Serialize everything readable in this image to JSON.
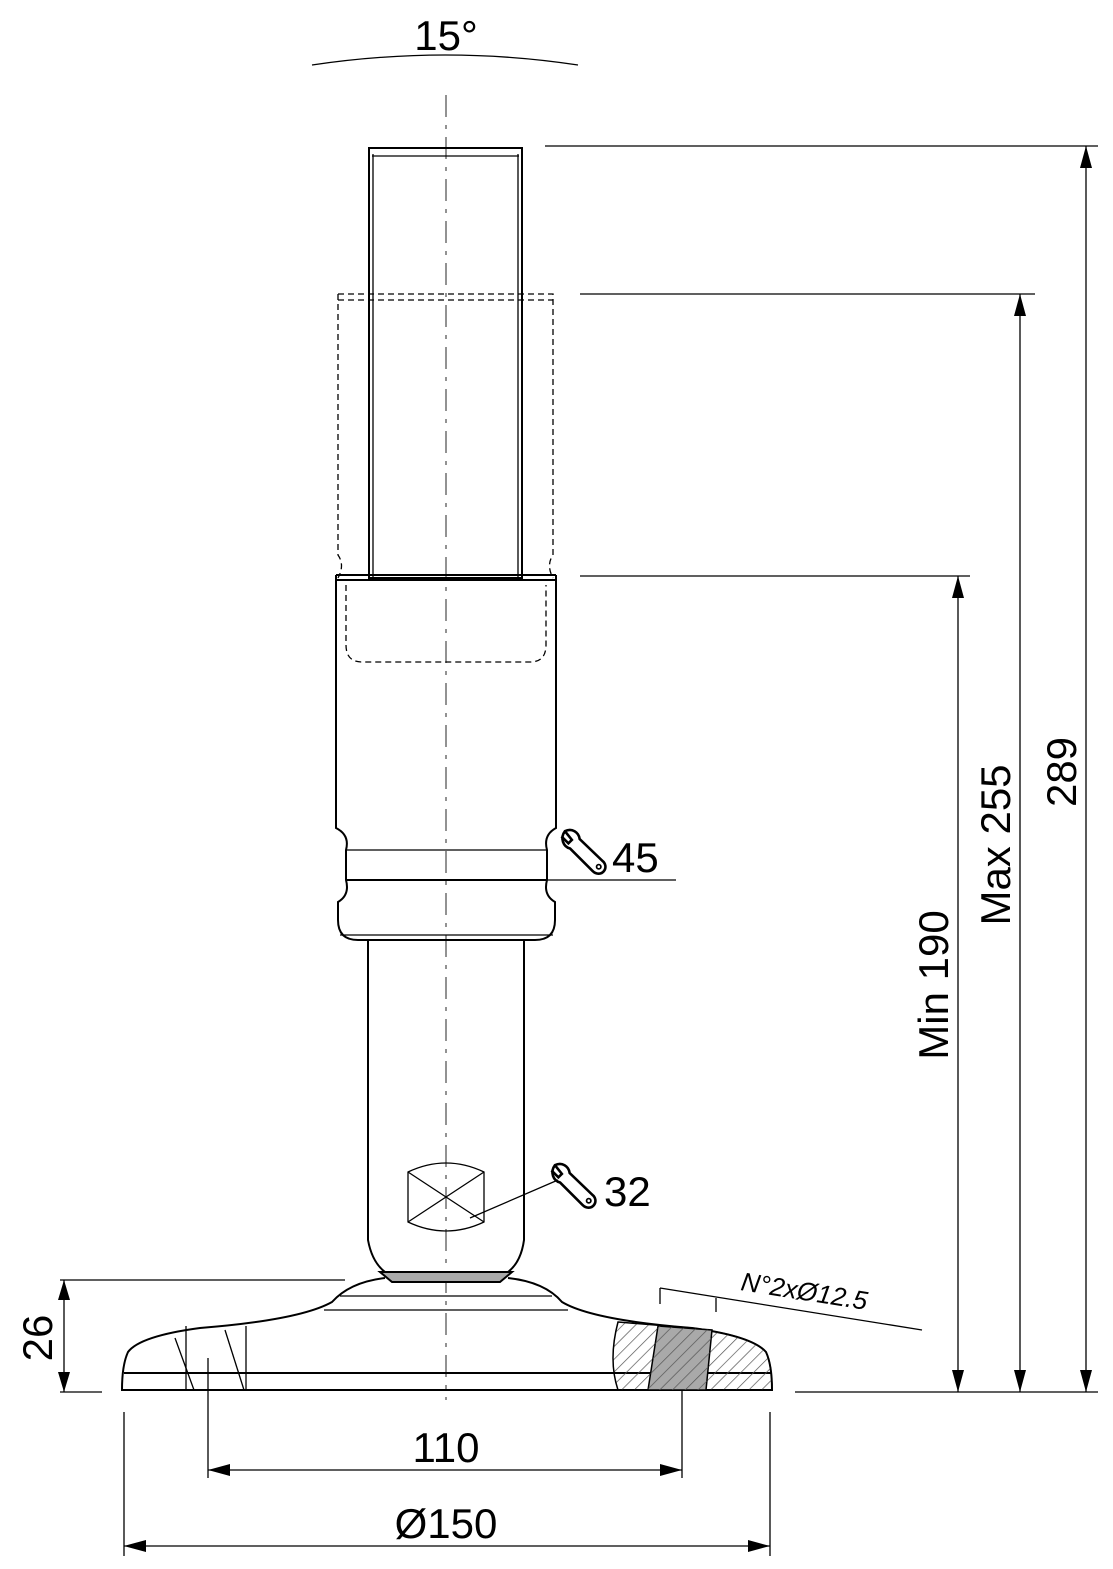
{
  "diagram": {
    "labels": {
      "tilt_angle": "15°",
      "height_total": "289",
      "height_max": "Max 255",
      "height_min": "Min 190",
      "wrench_upper": "45",
      "wrench_lower": "32",
      "base_height": "26",
      "hole_spacing": "110",
      "base_diameter": "Ø150",
      "holes_note": "N°2xØ12.5"
    },
    "colors": {
      "line": "#000000",
      "centerline": "#777777",
      "hatch": "#555555",
      "pad_fill": "#a9a9a9"
    },
    "icons": [
      "wrench-icon"
    ]
  }
}
